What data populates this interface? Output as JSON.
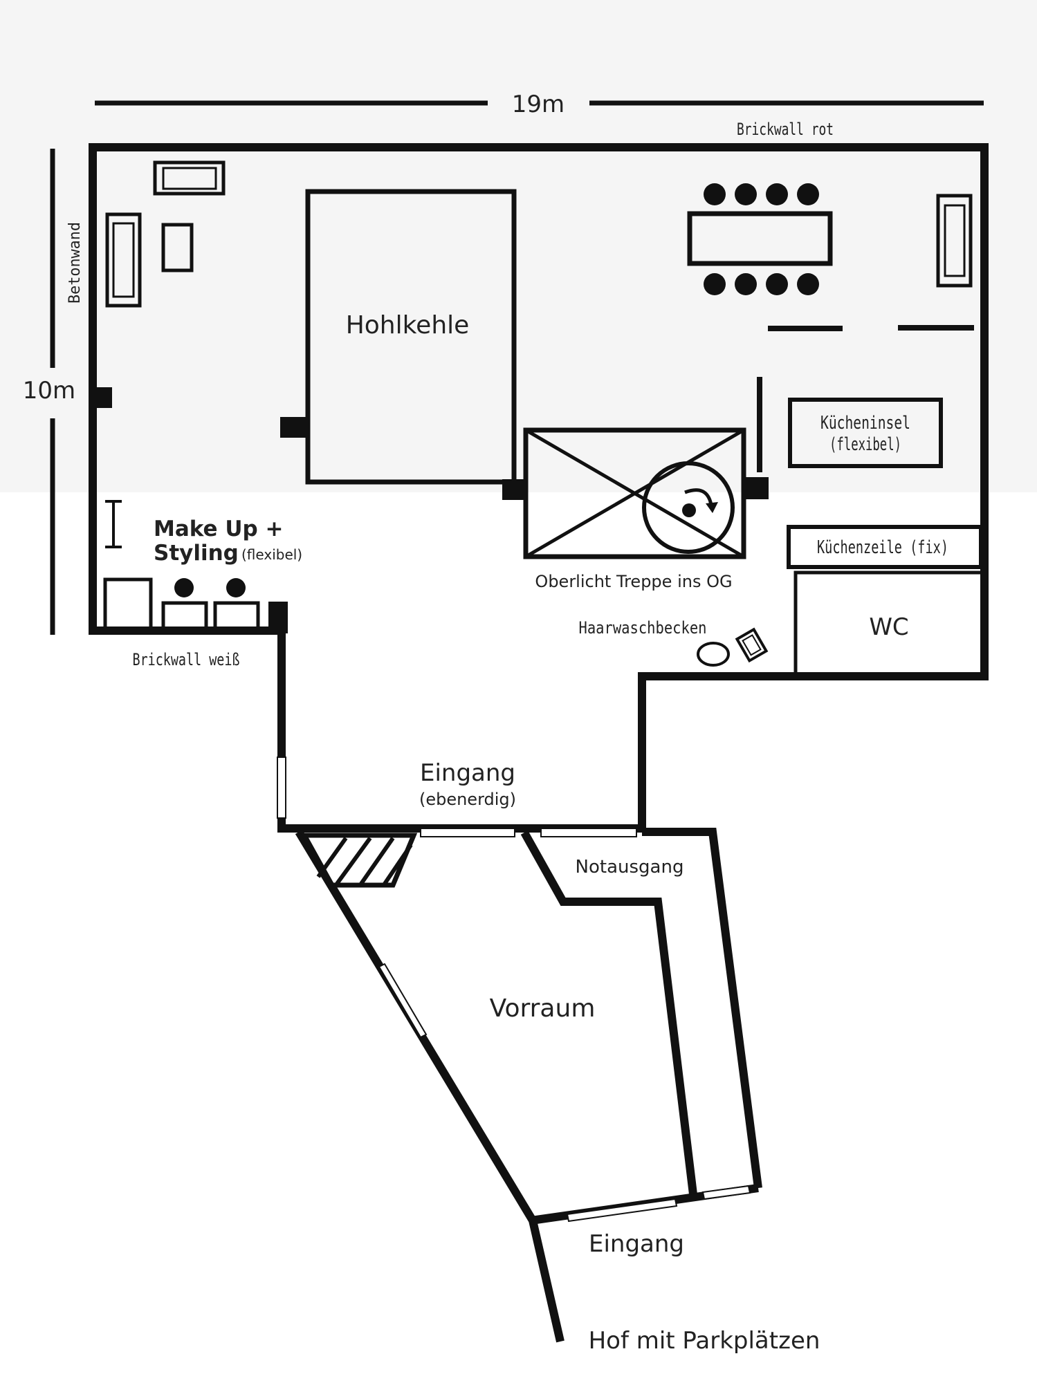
{
  "dimensions": {
    "width": "19m",
    "height": "10m"
  },
  "walls": {
    "top": "Brickwall rot",
    "left": "Betonwand",
    "bottom_left": "Brickwall weiß"
  },
  "rooms": {
    "hohlkehle": "Hohlkehle",
    "stair": "Oberlicht Treppe ins OG",
    "kitchen_island_line1": "Kücheninsel",
    "kitchen_island_line2": "(flexibel)",
    "kitchen_row": "Küchenzeile (fix)",
    "wc": "WC",
    "makeup_line1": "Make Up +",
    "makeup_line2": "Styling",
    "makeup_note": "(flexibel)",
    "sink": "Haarwaschbecken",
    "entrance_main": "Eingang",
    "entrance_note": "(ebenerdig)",
    "emergency_exit": "Notausgang",
    "vestibule": "Vorraum",
    "entrance_lower": "Eingang",
    "courtyard": "Hof mit Parkplätzen"
  },
  "colors": {
    "wall": "#111111",
    "top_band": "#f5f5f5",
    "background": "#ffffff"
  }
}
